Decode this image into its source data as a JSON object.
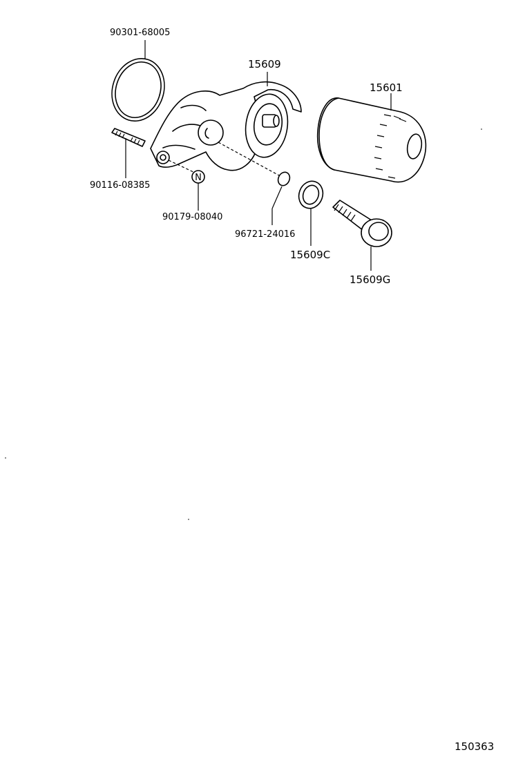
{
  "parts": [
    {
      "id": "p1",
      "label": "90301-68005"
    },
    {
      "id": "p2",
      "label": "15609"
    },
    {
      "id": "p3",
      "label": "15601"
    },
    {
      "id": "p4",
      "label": "90116-08385"
    },
    {
      "id": "p5",
      "label": "90179-08040"
    },
    {
      "id": "p6",
      "label": "96721-24016"
    },
    {
      "id": "p7",
      "label": "15609C"
    },
    {
      "id": "p8",
      "label": "15609G"
    }
  ],
  "nut_marker": "N",
  "diagram_code": "150363"
}
